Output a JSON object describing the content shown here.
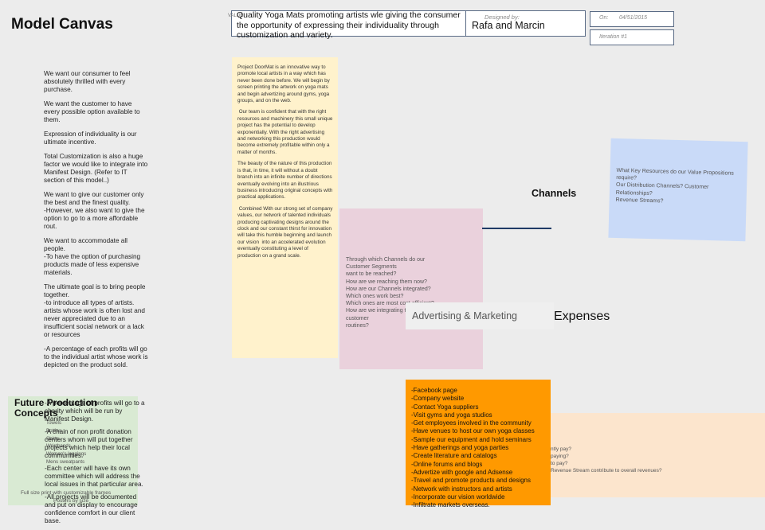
{
  "page_title": "Model Canvas",
  "header": {
    "vp_tag": "VALUE",
    "value_proposition": "Quality Yoga Mats promoting artists wle giving the consumer the opportunity of expressing their individuality through customization and variety.",
    "designed_by_label": "Designed by:",
    "designed_by": "Rafa and Marcin",
    "on_label": "On:",
    "on_date": "04/51/2015",
    "iteration_label": "Iteration #1"
  },
  "customer_notes": [
    "We want our consumer to feel absolutely thrilled with every purchase.",
    "We want  the  customer to have every possible option available to them.",
    "Expression of individuality is our ultimate incentive.",
    "Total Customization is also a huge factor we would like to integrate into Manifest Design. (Refer to IT section of this model..)",
    "We want to give our customer only the best and the finest quality.\n-However, we also want to give the option to go to a more affordable rout.",
    "We want to accommodate all people.\n-To have the option of purchasing products made of less expensive materials.",
    "The ultimate goal is to bring people together.\n-to introduce all types of artists. artists whose work is often lost and never appreciated due to an insufficient social network or a lack or resources",
    "-A percentage of each profits will go to the individual artist whose work is depicted on the product sold."
  ],
  "overflow_notes": [
    "-A percentage of profits will go to a charity which will be run by Manifest Design.",
    "-A chain of non profit donation centers whom will put together projects which help their local communities.",
    "-Each center will have its own committee which will address the local issues in that particular area.",
    "-All projects will be documented and put on display to encourage confidence comfort in our client base."
  ],
  "project_note": [
    "Project DoorMat is an innovative way to promote local artists in a way which has never been done before. We will begin by screen printing the artwork on yoga mats and begin advertizing around gyms, yoga groups, and on the web.",
    " Our team is confident that with the right resources and machinery this small unique project has the potential to develop exponentially. With the right advertising and networking this production would become extremely profitable within only a matter of months.",
    "The beauty of the nature of this production is that, in time, it will without a doubt branch into an infinite number of directions eventually evolving into an illustrious business introducing original concepts with practical applications.",
    " Combined With our strong set of company values, our network of talented individuals producing captivating designs around the clock and our constant thirst for innovation will take this humble beginning and launch our vision  into an accelerated evolution eventually constituting a level of  production on a grand scale."
  ],
  "channels": {
    "heading": "Channels",
    "questions": "Through which Channels do our Customer Segments\nwant to be reached?\nHow are we reaching them now?\nHow are our Channels integrated?\nWhich ones work best?\nWhich ones are most cost-efficient?\nHow are we integrating them with customer\nroutines?"
  },
  "advertising_label": "Advertising & Marketing",
  "expenses_heading": "Expenses",
  "key_resources_questions": "What Key Resources do our Value Propositions require?\nOur Distribution Channels? Customer Relationships?\nRevenue Streams?",
  "revenue_partial": "ntly pay?\npaying?\nto pay?\nRevenue Stream contribute to overall revenues?",
  "marketing_items": [
    "-Facebook page",
    "-Company website",
    "-Contact Yoga suppliers",
    "-Visit gyms and yoga studios",
    "-Get employees involved in the community",
    "-Have venues to host our own yoga classes",
    "-Sample our equipment and hold seminars",
    "-Have gatherings and yoga parties",
    "-Create literature and catalogs",
    "-Online forums and blogs",
    "-Advertize with google and Adsense",
    "-Travel and promote products and designs",
    "-Network with instructors and artists",
    "-Incorporate our vision worldwide",
    "-Infiltrate markets overseas."
  ],
  "future_concepts": {
    "title": "Future Production Concepts",
    "items": "Towels\nBottles\nShirts\nWristbands\nWomen's leggings\nMens sweatpants",
    "line_full": "Full size print with customizable frames",
    "line_posters": "Posters by size"
  },
  "colors": {
    "background": "#ececec",
    "yellow_note": "#fff2cc",
    "pink_note": "#ead1dc",
    "blue_note": "#c9daf8",
    "orange_note": "#ff9900",
    "green_note": "#d9ead3",
    "peach_note": "#fce5cd",
    "header_border": "#5a6b85",
    "connector": "#1f3b66"
  }
}
